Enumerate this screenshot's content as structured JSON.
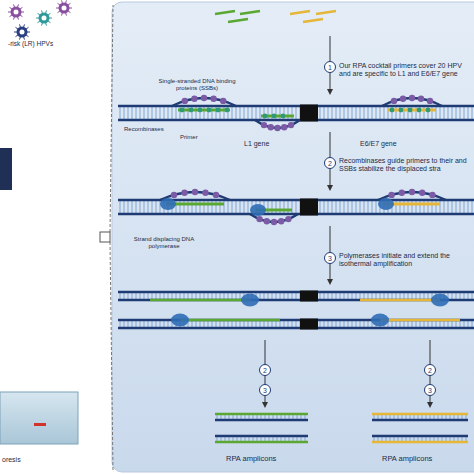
{
  "diagram": {
    "nodes": [
      {
        "text": [
          "1"
        ]
      },
      {
        "text": [
          "2"
        ]
      },
      {
        "text": [
          "3"
        ]
      },
      {
        "text": [
          "2"
        ]
      },
      {
        "text": [
          "2"
        ]
      },
      {
        "text": [
          "3"
        ]
      },
      {
        "text": [
          "3"
        ]
      }
    ],
    "labels": [
      "-risk (LR) HPVs",
      "Our RPA cocktail primers cover 20 HPV and are specific to L1 and E6/E7 gene",
      "Single-stranded DNA binding proteins (SSBs)",
      "Recombinases",
      "Primer",
      "L1 gene",
      "E6/E7 gene",
      "Recombinases guide primers to their and SSBs stabilize the displaced stra",
      "Strand displacing DNA polymerase",
      "Polymerases initiate and extend the isothermal amplification",
      "RPA amplicons",
      "RPA amplicons",
      "oresis"
    ]
  }
}
